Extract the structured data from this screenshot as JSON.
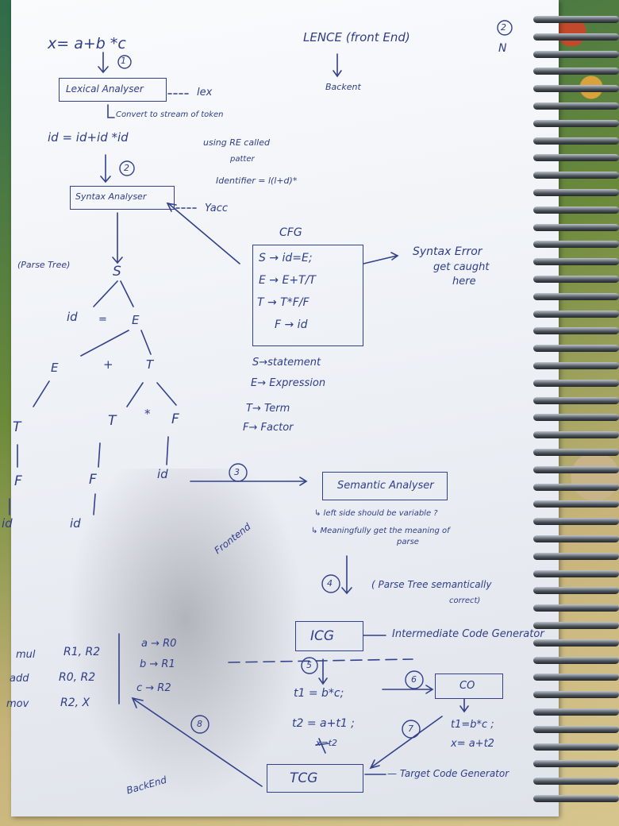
{
  "page_no": "2",
  "header": {
    "expr": "x= a+b *c",
    "lence": "LENCE (front End)",
    "backend": "Backent",
    "mark": "N"
  },
  "steps": {
    "s1": "1",
    "s2": "2",
    "s3": "3",
    "s4": "4",
    "s5": "5",
    "s6": "6",
    "s7": "7",
    "s8": "8"
  },
  "lexical": {
    "box": "Lexical Analyser",
    "tool": "lex",
    "note": "Convert to stream of token",
    "tokens": "id = id+id *id",
    "re1": "using RE called",
    "re2": "patter",
    "identifier": "Identifier = l(l+d)*"
  },
  "syntax": {
    "box": "Syntax Analyser",
    "tool": "Yacc"
  },
  "cfg": {
    "title": "CFG",
    "rules": [
      "S → id=E;",
      "E → E+T/T",
      "T → T*F/F",
      "F → id"
    ],
    "note1": "Syntax Error",
    "note2": "get caught",
    "note3": "here",
    "legend": [
      "S→statement",
      "E→ Expression",
      "T→ Term",
      "F→ Factor"
    ]
  },
  "tree": {
    "label": "(Parse Tree)",
    "S": "S",
    "id": "id",
    "eq": "=",
    "E": "E",
    "E2": "E",
    "plus": "+",
    "T": "T",
    "T2": "T",
    "star": "*",
    "F": "F",
    "T3": "T",
    "F2": "F",
    "F3": "F",
    "id2": "id",
    "id3": "id",
    "id4": "id"
  },
  "semantic": {
    "box": "Semantic Analyser",
    "note1": "↳ left side should be variable ?",
    "note2": "↳ Meaningfully get the meaning of",
    "note2b": "parse",
    "note3": "( Parse Tree semantically",
    "note3b": "correct)"
  },
  "frontend": "Frontend",
  "icg": {
    "box": "ICG",
    "desc": "Intermediate Code Generator",
    "code": [
      "t1 = b*c;",
      "t2 = a+t1 ;",
      "x=t2"
    ]
  },
  "co": {
    "box": "CO",
    "code": [
      "t1=b*c ;",
      "x= a+t2"
    ]
  },
  "tcg": {
    "box": "TCG",
    "desc": "— Target Code Generator"
  },
  "backend_label": "BackEnd",
  "asm": {
    "ops": [
      "mul",
      "add",
      "mov"
    ],
    "args": [
      "R1, R2",
      "R0, R2",
      "R2, X"
    ],
    "regs": [
      "a → R0",
      "b → R1",
      "c → R2"
    ]
  },
  "colors": {
    "ink": "#2f3e8a",
    "paper": "#f4f6fa"
  }
}
